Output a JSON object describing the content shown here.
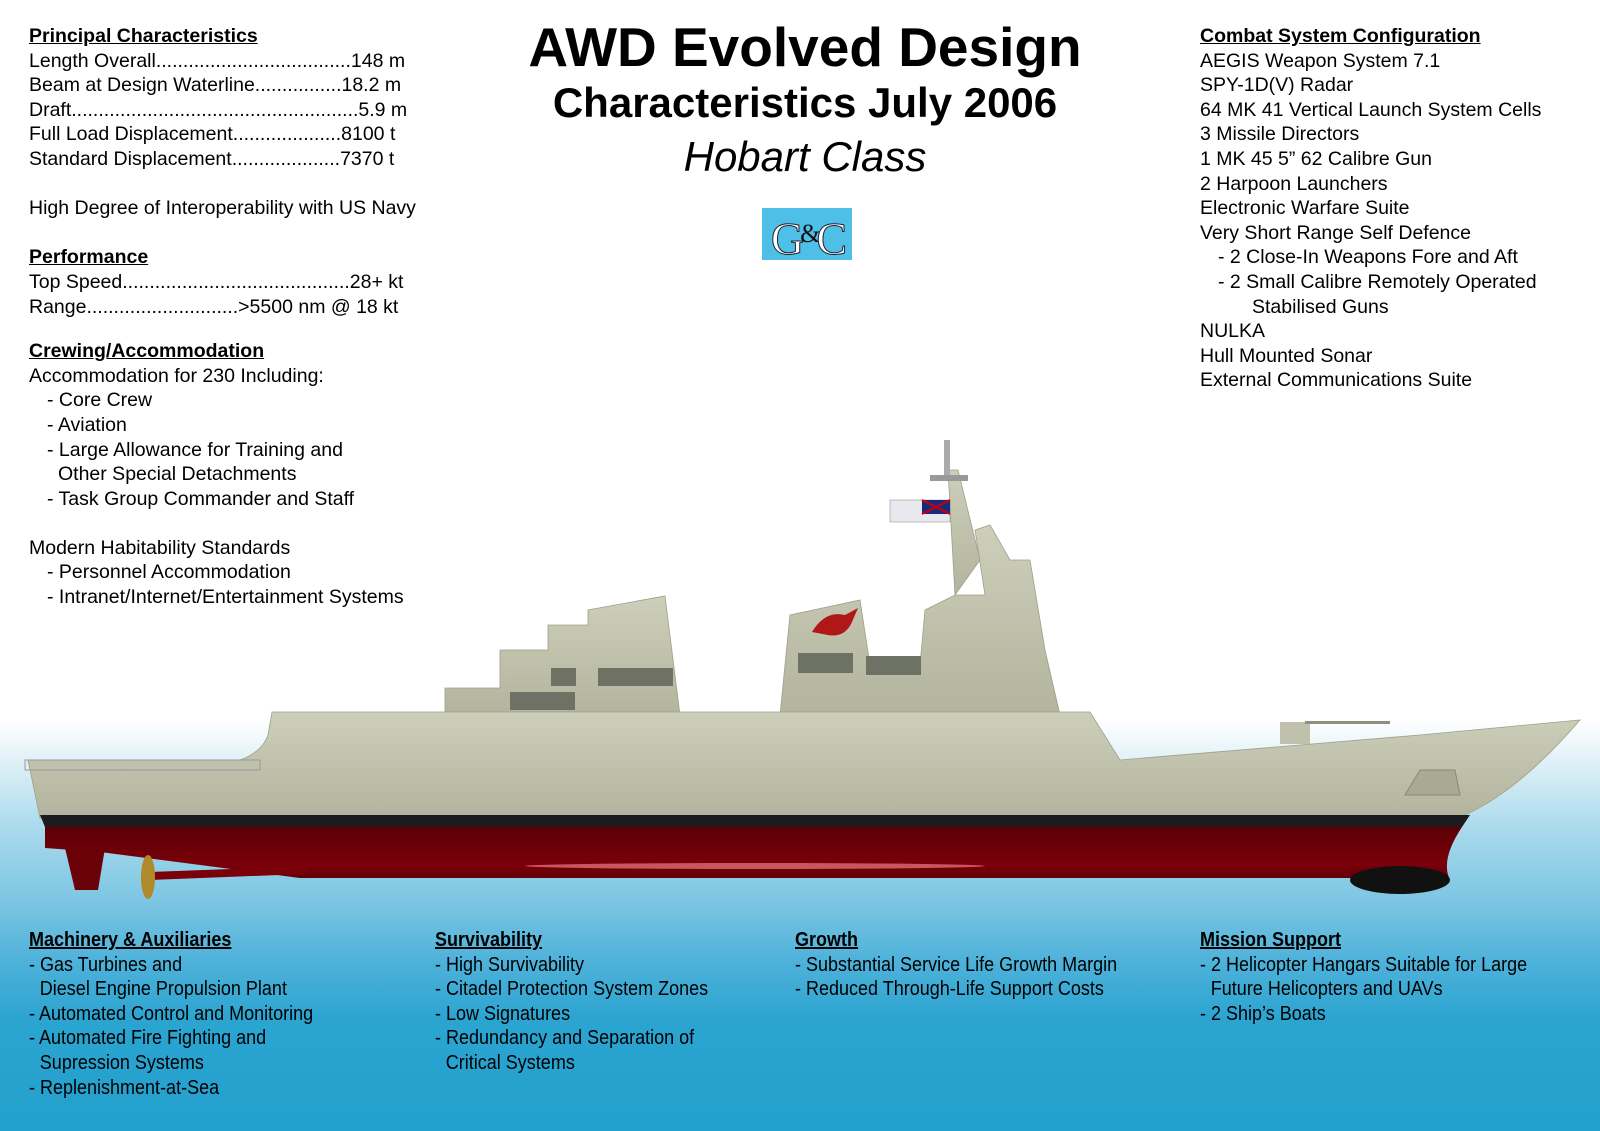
{
  "title": {
    "line1": "AWD Evolved Design",
    "line2": "Characteristics July 2006",
    "line3": "Hobart Class",
    "logo_text_left": "G",
    "logo_text_amp": "&",
    "logo_text_right": "C",
    "logo_bg": "#4ec0e8"
  },
  "principal": {
    "heading": "Principal Characteristics",
    "rows": [
      {
        "label": "Length Overall",
        "dots": "....................................",
        "value": "148 m"
      },
      {
        "label": "Beam at Design Waterline",
        "dots": "................",
        "value": "18.2 m"
      },
      {
        "label": "Draft",
        "dots": ".....................................................",
        "value": "5.9 m"
      },
      {
        "label": "Full Load Displacement",
        "dots": "....................",
        "value": "8100 t"
      },
      {
        "label": "Standard Displacement",
        "dots": "....................",
        "value": "7370 t"
      }
    ],
    "note": "High Degree of Interoperability with US Navy"
  },
  "performance": {
    "heading": "Performance",
    "rows": [
      {
        "label": "Top Speed",
        "dots": "..........................................",
        "value": "28+ kt"
      },
      {
        "label": "Range",
        "dots": "............................",
        "value": ">5500 nm @ 18 kt"
      }
    ]
  },
  "crewing": {
    "heading": "Crewing/Accommodation",
    "intro": "Accommodation for 230 Including:",
    "items": [
      "- Core Crew",
      "- Aviation",
      "- Large Allowance for Training and",
      "Other Special Detachments",
      "- Task Group Commander and Staff"
    ],
    "habitability": "Modern Habitability Standards",
    "hab_items": [
      "- Personnel Accommodation",
      "- Intranet/Internet/Entertainment Systems"
    ]
  },
  "combat": {
    "heading": "Combat System Configuration",
    "items": [
      "AEGIS Weapon System 7.1",
      "SPY-1D(V) Radar",
      "64 MK 41 Vertical Launch System Cells",
      "3  Missile Directors",
      "1  MK 45 5” 62 Calibre Gun",
      "2  Harpoon Launchers",
      "Electronic Warfare Suite",
      "Very Short Range Self Defence"
    ],
    "sub_items": [
      "- 2  Close-In Weapons Fore and Aft",
      "- 2  Small Calibre Remotely Operated",
      "Stabilised Guns"
    ],
    "tail_items": [
      "NULKA",
      "Hull Mounted Sonar",
      "External Communications Suite"
    ]
  },
  "machinery": {
    "heading": "Machinery & Auxiliaries",
    "items": [
      "- Gas Turbines and",
      "Diesel Engine Propulsion Plant",
      "- Automated Control and Monitoring",
      "- Automated Fire Fighting and",
      "Supression Systems",
      "- Replenishment-at-Sea"
    ]
  },
  "survivability": {
    "heading": "Survivability",
    "items": [
      "- High Survivability",
      "- Citadel Protection System Zones",
      "- Low Signatures",
      "- Redundancy and Separation of",
      "Critical Systems"
    ]
  },
  "growth": {
    "heading": "Growth",
    "items": [
      "- Substantial Service Life Growth Margin",
      "- Reduced Through-Life Support Costs"
    ]
  },
  "mission": {
    "heading": "Mission Support",
    "items": [
      "- 2 Helicopter Hangars Suitable for Large",
      "Future Helicopters and UAVs",
      "- 2 Ship’s Boats"
    ]
  },
  "colors": {
    "hull_grey": "#c4c6b0",
    "hull_red": "#6e0008",
    "boot_black": "#1c1c1c",
    "sea_blue": "#23a0cd"
  }
}
